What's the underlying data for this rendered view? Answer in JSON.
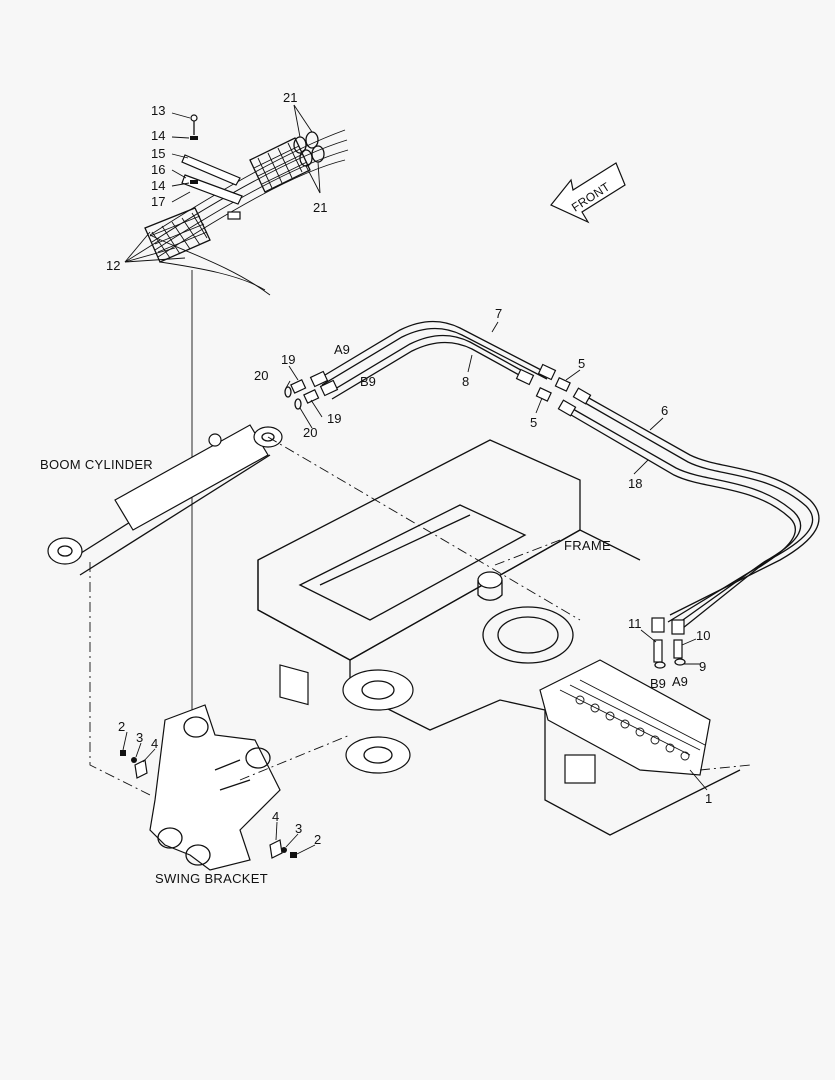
{
  "labels": {
    "boom_cylinder": "BOOM CYLINDER",
    "frame": "FRAME",
    "swing_bracket": "SWING BRACKET",
    "front": "FRONT",
    "port_a9": "A9",
    "port_b9": "B9"
  },
  "callouts": {
    "c1": "1",
    "c2a": "2",
    "c2b": "2",
    "c3a": "3",
    "c3b": "3",
    "c4a": "4",
    "c4b": "4",
    "c5a": "5",
    "c5b": "5",
    "c6": "6",
    "c7": "7",
    "c8": "8",
    "c9": "9",
    "c10": "10",
    "c11": "11",
    "c12": "12",
    "c13": "13",
    "c14a": "14",
    "c14b": "14",
    "c15": "15",
    "c16": "16",
    "c17": "17",
    "c18": "18",
    "c19a": "19",
    "c19b": "19",
    "c20a": "20",
    "c20b": "20",
    "c21a": "21",
    "c21b": "21",
    "b9_valve": "B9",
    "a9_valve": "A9"
  },
  "icons": {
    "front_arrow": "front-arrow-icon"
  }
}
